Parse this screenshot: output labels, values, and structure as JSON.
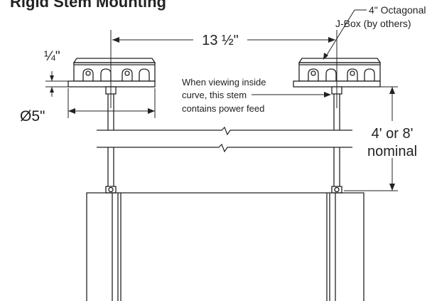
{
  "title": "Rigid Stem Mounting",
  "labels": {
    "spacing": "13 ½\"",
    "plate_thickness": "¼\"",
    "plate_diameter": "Ø5\"",
    "jbox_line1": "4\" Octagonal",
    "jbox_line2": "J-Box (by others)",
    "feed_line1": "When viewing inside",
    "feed_line2": "curve, this stem",
    "feed_line3": "contains power feed",
    "length_line1": "4' or 8'",
    "length_line2": "nominal"
  },
  "colors": {
    "line": "#222222",
    "text": "#222222",
    "background": "#ffffff"
  }
}
